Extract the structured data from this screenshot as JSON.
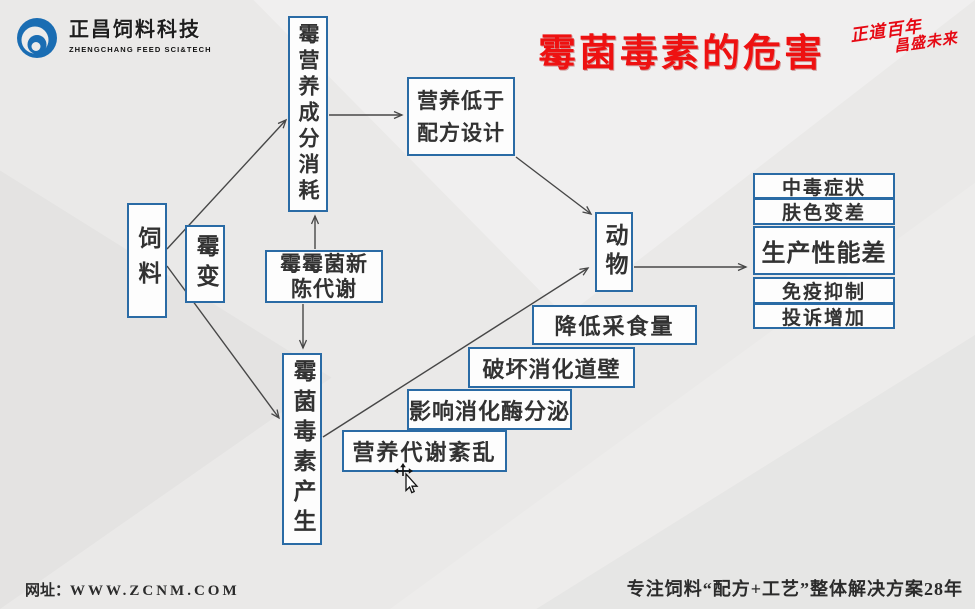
{
  "colors": {
    "background": "#eae9e8",
    "box_border": "#2a6ba5",
    "box_fill": "#fdfdfd",
    "box_text": "#323232",
    "arrow": "#474747",
    "title_red": "#ee1111",
    "slogan_red": "#e60914",
    "logo_blue": "#1a6db3",
    "footer_text": "#2b2b2b"
  },
  "header": {
    "logo": {
      "brand_cn": "正昌饲料科技",
      "brand_en": "ZHENGCHANG FEED SCI&TECH",
      "emblem": "zhengchang-double-circle-logo"
    },
    "title": "霉菌毒素的危害",
    "slogan": {
      "line1": "正道百年",
      "line2": "昌盛未来"
    }
  },
  "diagram": {
    "nodes": {
      "feed": "饲料",
      "mildew": "霉变",
      "nutrient_consumption": "霉营养成分消耗",
      "nutrition_below_design": "营养低于\n配方设计",
      "mold_metabolism": "霉霉菌新\n陈代谢",
      "mycotoxin_production": "霉菌毒素产生",
      "animal": "动物",
      "poisoning_symptoms": "中毒症状",
      "skin_color_worse": "肤色变差",
      "poor_performance": "生产性能差",
      "immunosuppression": "免疫抑制",
      "complaints_increase": "投诉增加",
      "reduced_feed_intake": "降低采食量",
      "gut_wall_damage": "破坏消化道壁",
      "digestive_enzyme_secretion": "影响消化酶分泌",
      "nutrient_metabolism_disorder": "营养代谢紊乱"
    },
    "edges": [
      {
        "from": "feed",
        "to": "nutrient_consumption"
      },
      {
        "from": "feed",
        "to": "mycotoxin_production"
      },
      {
        "from": "nutrient_consumption",
        "to": "nutrition_below_design"
      },
      {
        "from": "mold_metabolism",
        "to": "nutrient_consumption"
      },
      {
        "from": "mold_metabolism",
        "to": "mycotoxin_production"
      },
      {
        "from": "nutrition_below_design",
        "to": "animal"
      },
      {
        "from": "mycotoxin_production",
        "to": "animal"
      },
      {
        "from": "animal",
        "to": "poor_performance"
      }
    ]
  },
  "footer": {
    "website_label": "网址：",
    "website": "WWW.ZCNM.COM",
    "slogan": "专注饲料“配方+工艺”整体解决方案28年"
  }
}
